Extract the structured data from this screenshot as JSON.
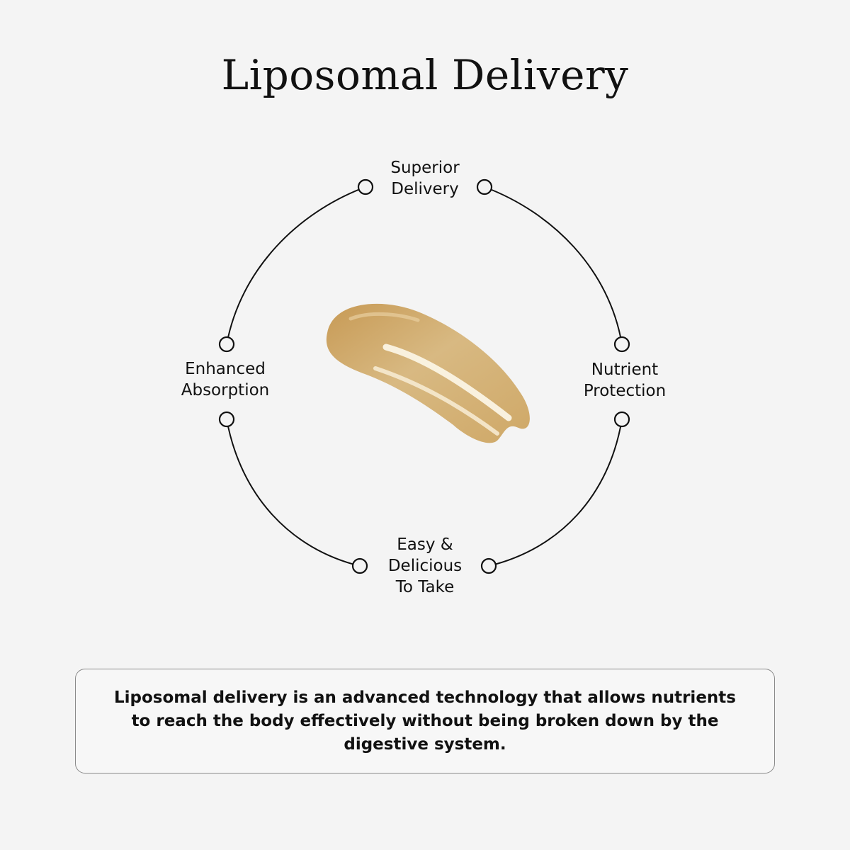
{
  "title": "Liposomal Delivery",
  "center_graphic": "liposomal-cream-swatch",
  "nodes": {
    "top": [
      "Superior",
      "Delivery"
    ],
    "right": [
      "Nutrient",
      "Protection"
    ],
    "left": [
      "Enhanced",
      "Absorption"
    ],
    "bottom": [
      "Easy &",
      "Delicious",
      "To Take"
    ]
  },
  "description": "Liposomal delivery is an advanced technology that allows nutrients to reach the body effectively without being broken down by the digestive system.",
  "colors": {
    "background": "#f4f4f4",
    "line": "#111111",
    "swatch": "#d3b27a"
  }
}
